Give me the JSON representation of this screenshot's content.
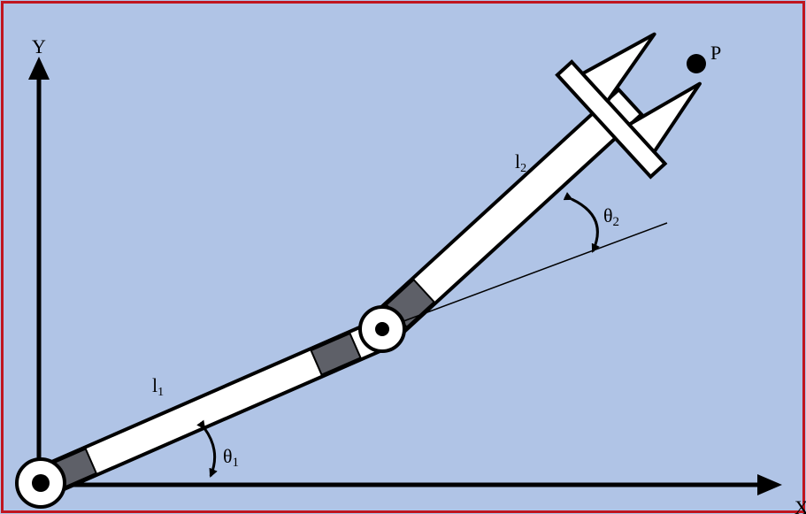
{
  "colors": {
    "background": "#b0c4e6",
    "frame": "#c0151f",
    "stroke": "#000000",
    "link_fill": "#ffffff",
    "sleeve_fill": "#5e6068"
  },
  "labels": {
    "y_axis": "Y",
    "x_axis": "X",
    "link1": {
      "base": "l",
      "sub": "1"
    },
    "link2": {
      "base": "l",
      "sub": "2"
    },
    "theta1": {
      "base": "θ",
      "sub": "1"
    },
    "theta2": {
      "base": "θ",
      "sub": "2"
    },
    "point": "P"
  }
}
